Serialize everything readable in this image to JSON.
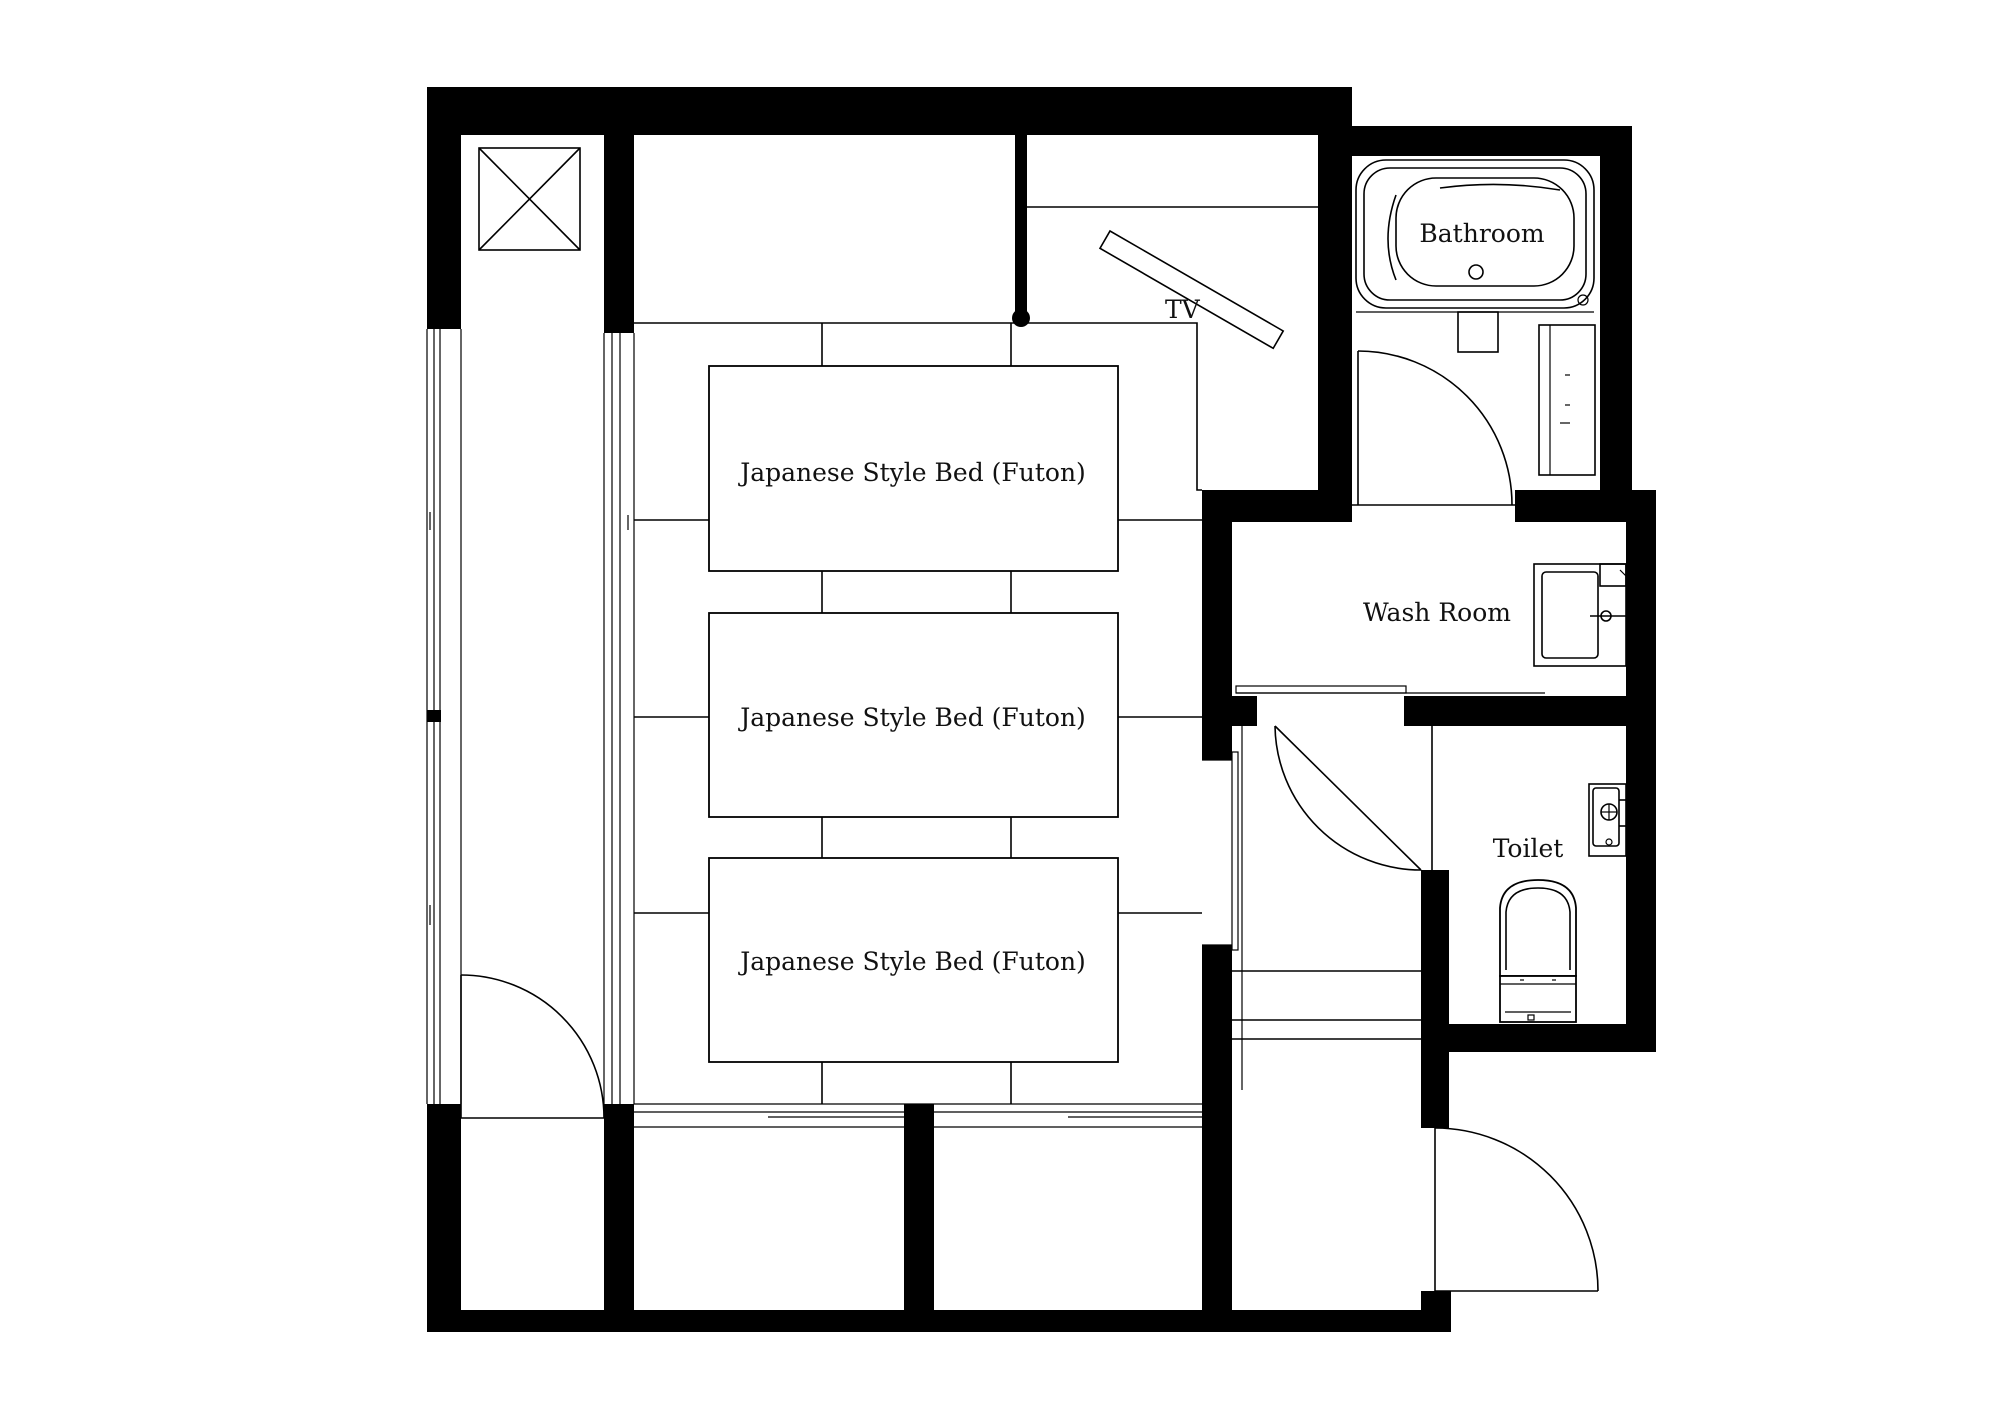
{
  "colors": {
    "wall": "#000000",
    "line": "#000000",
    "background": "#ffffff"
  },
  "rooms": {
    "bed_1": "Japanese Style Bed (Futon)",
    "bed_2": "Japanese Style Bed (Futon)",
    "bed_3": "Japanese Style Bed (Futon)",
    "tv": "TV",
    "bathroom": "Bathroom",
    "wash_room": "Wash Room",
    "toilet": "Toilet"
  },
  "icons": {
    "storage": "x-box-icon",
    "bathtub": "bathtub-icon",
    "sink": "sink-icon",
    "toilet": "toilet-icon",
    "hand_sink": "hand-sink-icon",
    "television": "tv-icon"
  }
}
